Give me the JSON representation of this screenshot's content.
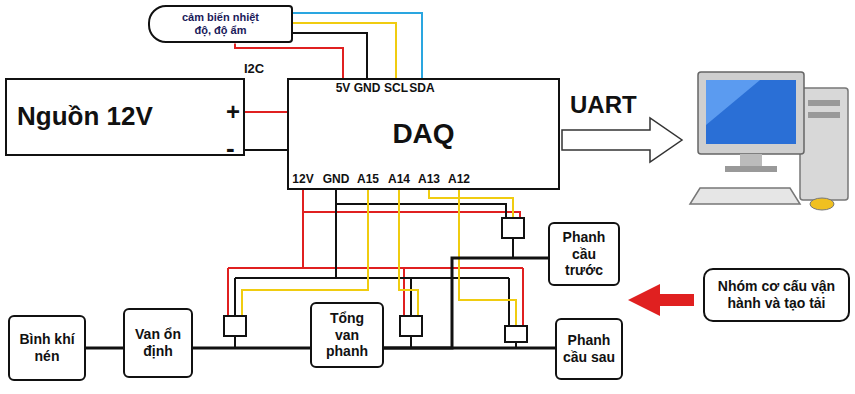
{
  "diagram": {
    "nodes": [
      {
        "text": [
          "cảm biến nhiệt độ, độ ẩm"
        ]
      },
      {
        "text": [
          "Nguồn 12V"
        ]
      },
      {
        "text": [
          "DAQ"
        ]
      },
      {
        "text": [
          "Phanh cầu trước"
        ]
      },
      {
        "text": [
          "Phanh cầu sau"
        ]
      },
      {
        "text": [
          "Nhóm cơ cấu vận hành và tạo tải"
        ]
      },
      {
        "text": [
          "Bình khí nén"
        ]
      },
      {
        "text": [
          "Van ổn định"
        ]
      },
      {
        "text": [
          "Tổng van phanh"
        ]
      }
    ],
    "edges": [
      {
        "from": 0,
        "to": 2,
        "arrow": "none"
      },
      {
        "from": 0,
        "to": 2,
        "arrow": "none"
      },
      {
        "from": 0,
        "to": 2,
        "arrow": "none"
      },
      {
        "from": 0,
        "to": 2,
        "arrow": "none"
      },
      {
        "from": 1,
        "to": 2,
        "arrow": "none"
      },
      {
        "from": 1,
        "to": 2,
        "arrow": "none"
      },
      {
        "from": 6,
        "to": 7,
        "arrow": "none"
      },
      {
        "from": 7,
        "to": 8,
        "arrow": "none"
      },
      {
        "from": 8,
        "to": 3,
        "arrow": "none"
      },
      {
        "from": 8,
        "to": 4,
        "arrow": "none"
      }
    ],
    "labels": [
      "+",
      "-",
      "I2C",
      "5V",
      "GND",
      "SCL",
      "SDA",
      "12V",
      "GND",
      "A15",
      "A14",
      "A13",
      "A12",
      "UART"
    ]
  }
}
